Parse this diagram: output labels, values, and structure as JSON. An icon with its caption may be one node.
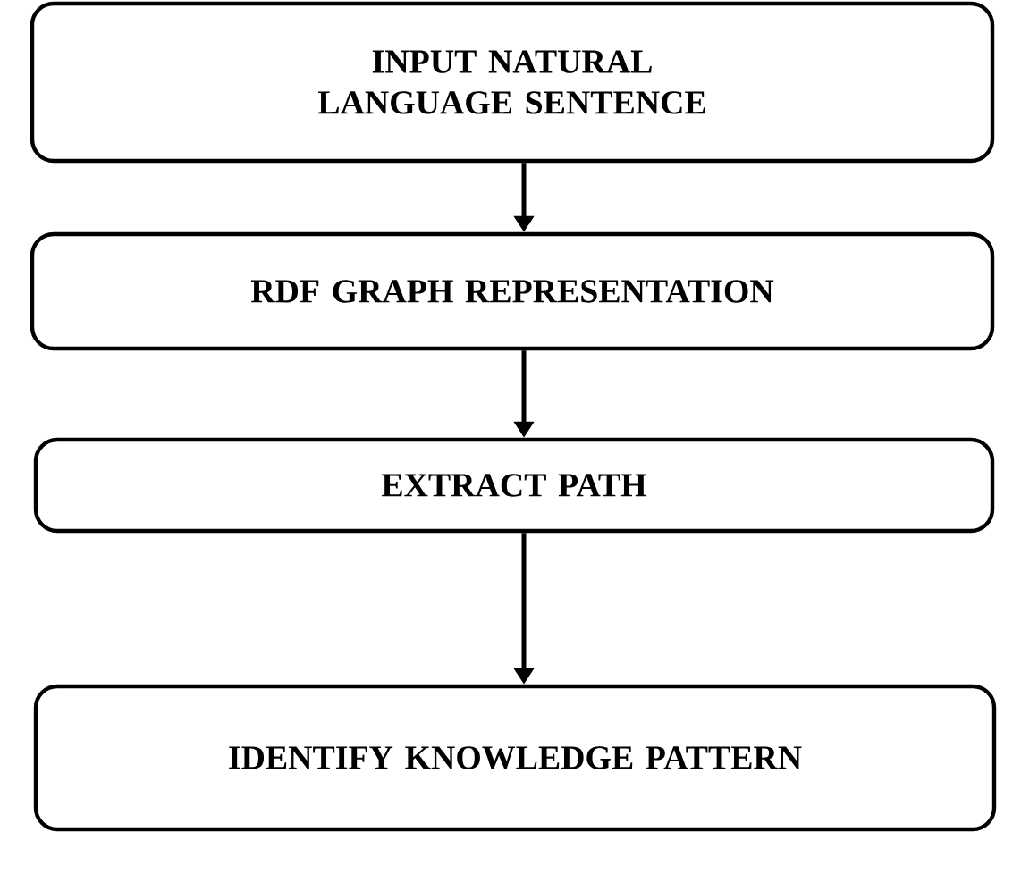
{
  "diagram": {
    "nodes": [
      {
        "text": [
          "INPUT NATURAL LANGUAGE SENTENCE"
        ]
      },
      {
        "text": [
          "RDF GRAPH REPRESENTATION"
        ]
      },
      {
        "text": [
          "EXTRACT PATH"
        ]
      },
      {
        "text": [
          "IDENTIFY KNOWLEDGE PATTERN"
        ]
      }
    ],
    "edges": [
      {
        "from": 0,
        "to": 1,
        "arrow": "to"
      },
      {
        "from": 1,
        "to": 2,
        "arrow": "to"
      },
      {
        "from": 2,
        "to": 3,
        "arrow": "to"
      }
    ]
  }
}
